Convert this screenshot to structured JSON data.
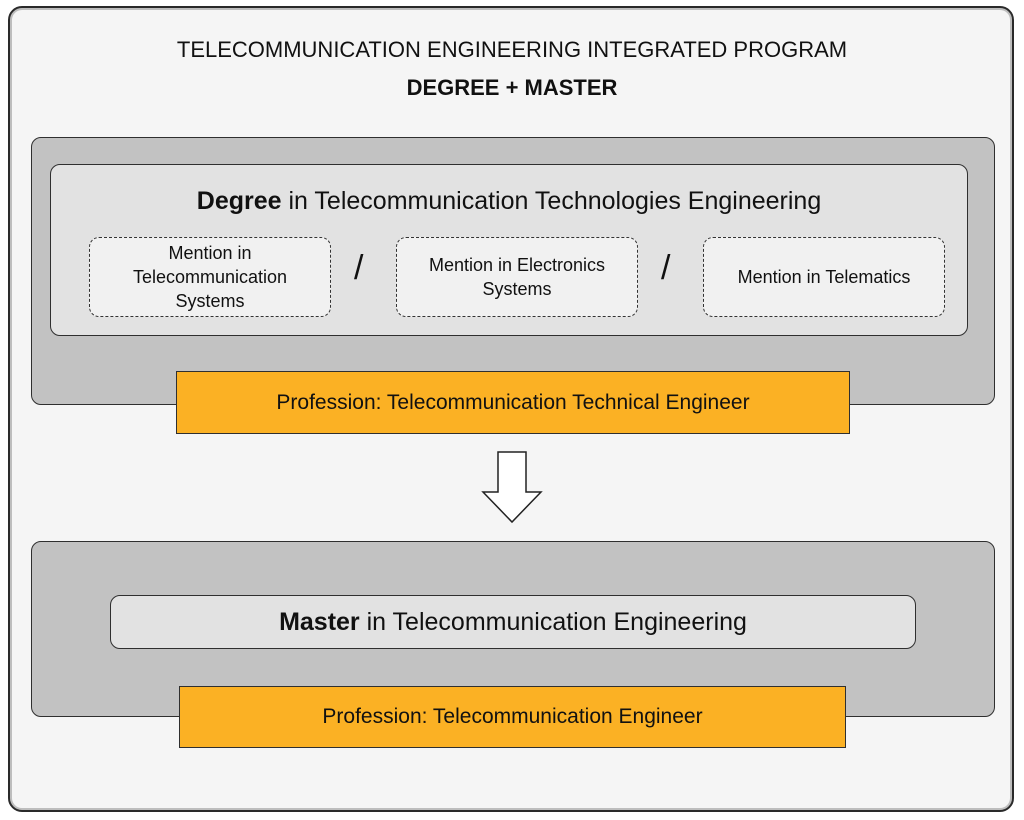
{
  "program": {
    "title": "TELECOMMUNICATION ENGINEERING INTEGRATED PROGRAM",
    "subtitle": "DEGREE + MASTER"
  },
  "degree": {
    "heading_bold": "Degree",
    "heading_rest": " in Telecommunication Technologies Engineering",
    "mentions": [
      "Mention in Telecommunication Systems",
      "Mention in Electronics Systems",
      "Mention in Telematics"
    ],
    "separator": "/",
    "profession": "Profession: Telecommunication Technical Engineer"
  },
  "master": {
    "heading_bold": "Master",
    "heading_rest": " in Telecommunication Engineering",
    "profession": "Profession: Telecommunication Engineer"
  },
  "colors": {
    "profession_fill": "#fbb124",
    "outer_panel": "#c2c2c2",
    "inner_panel": "#e2e2e2",
    "background": "#f5f5f5"
  },
  "icons": {
    "flow_arrow": "down-arrow-icon"
  }
}
